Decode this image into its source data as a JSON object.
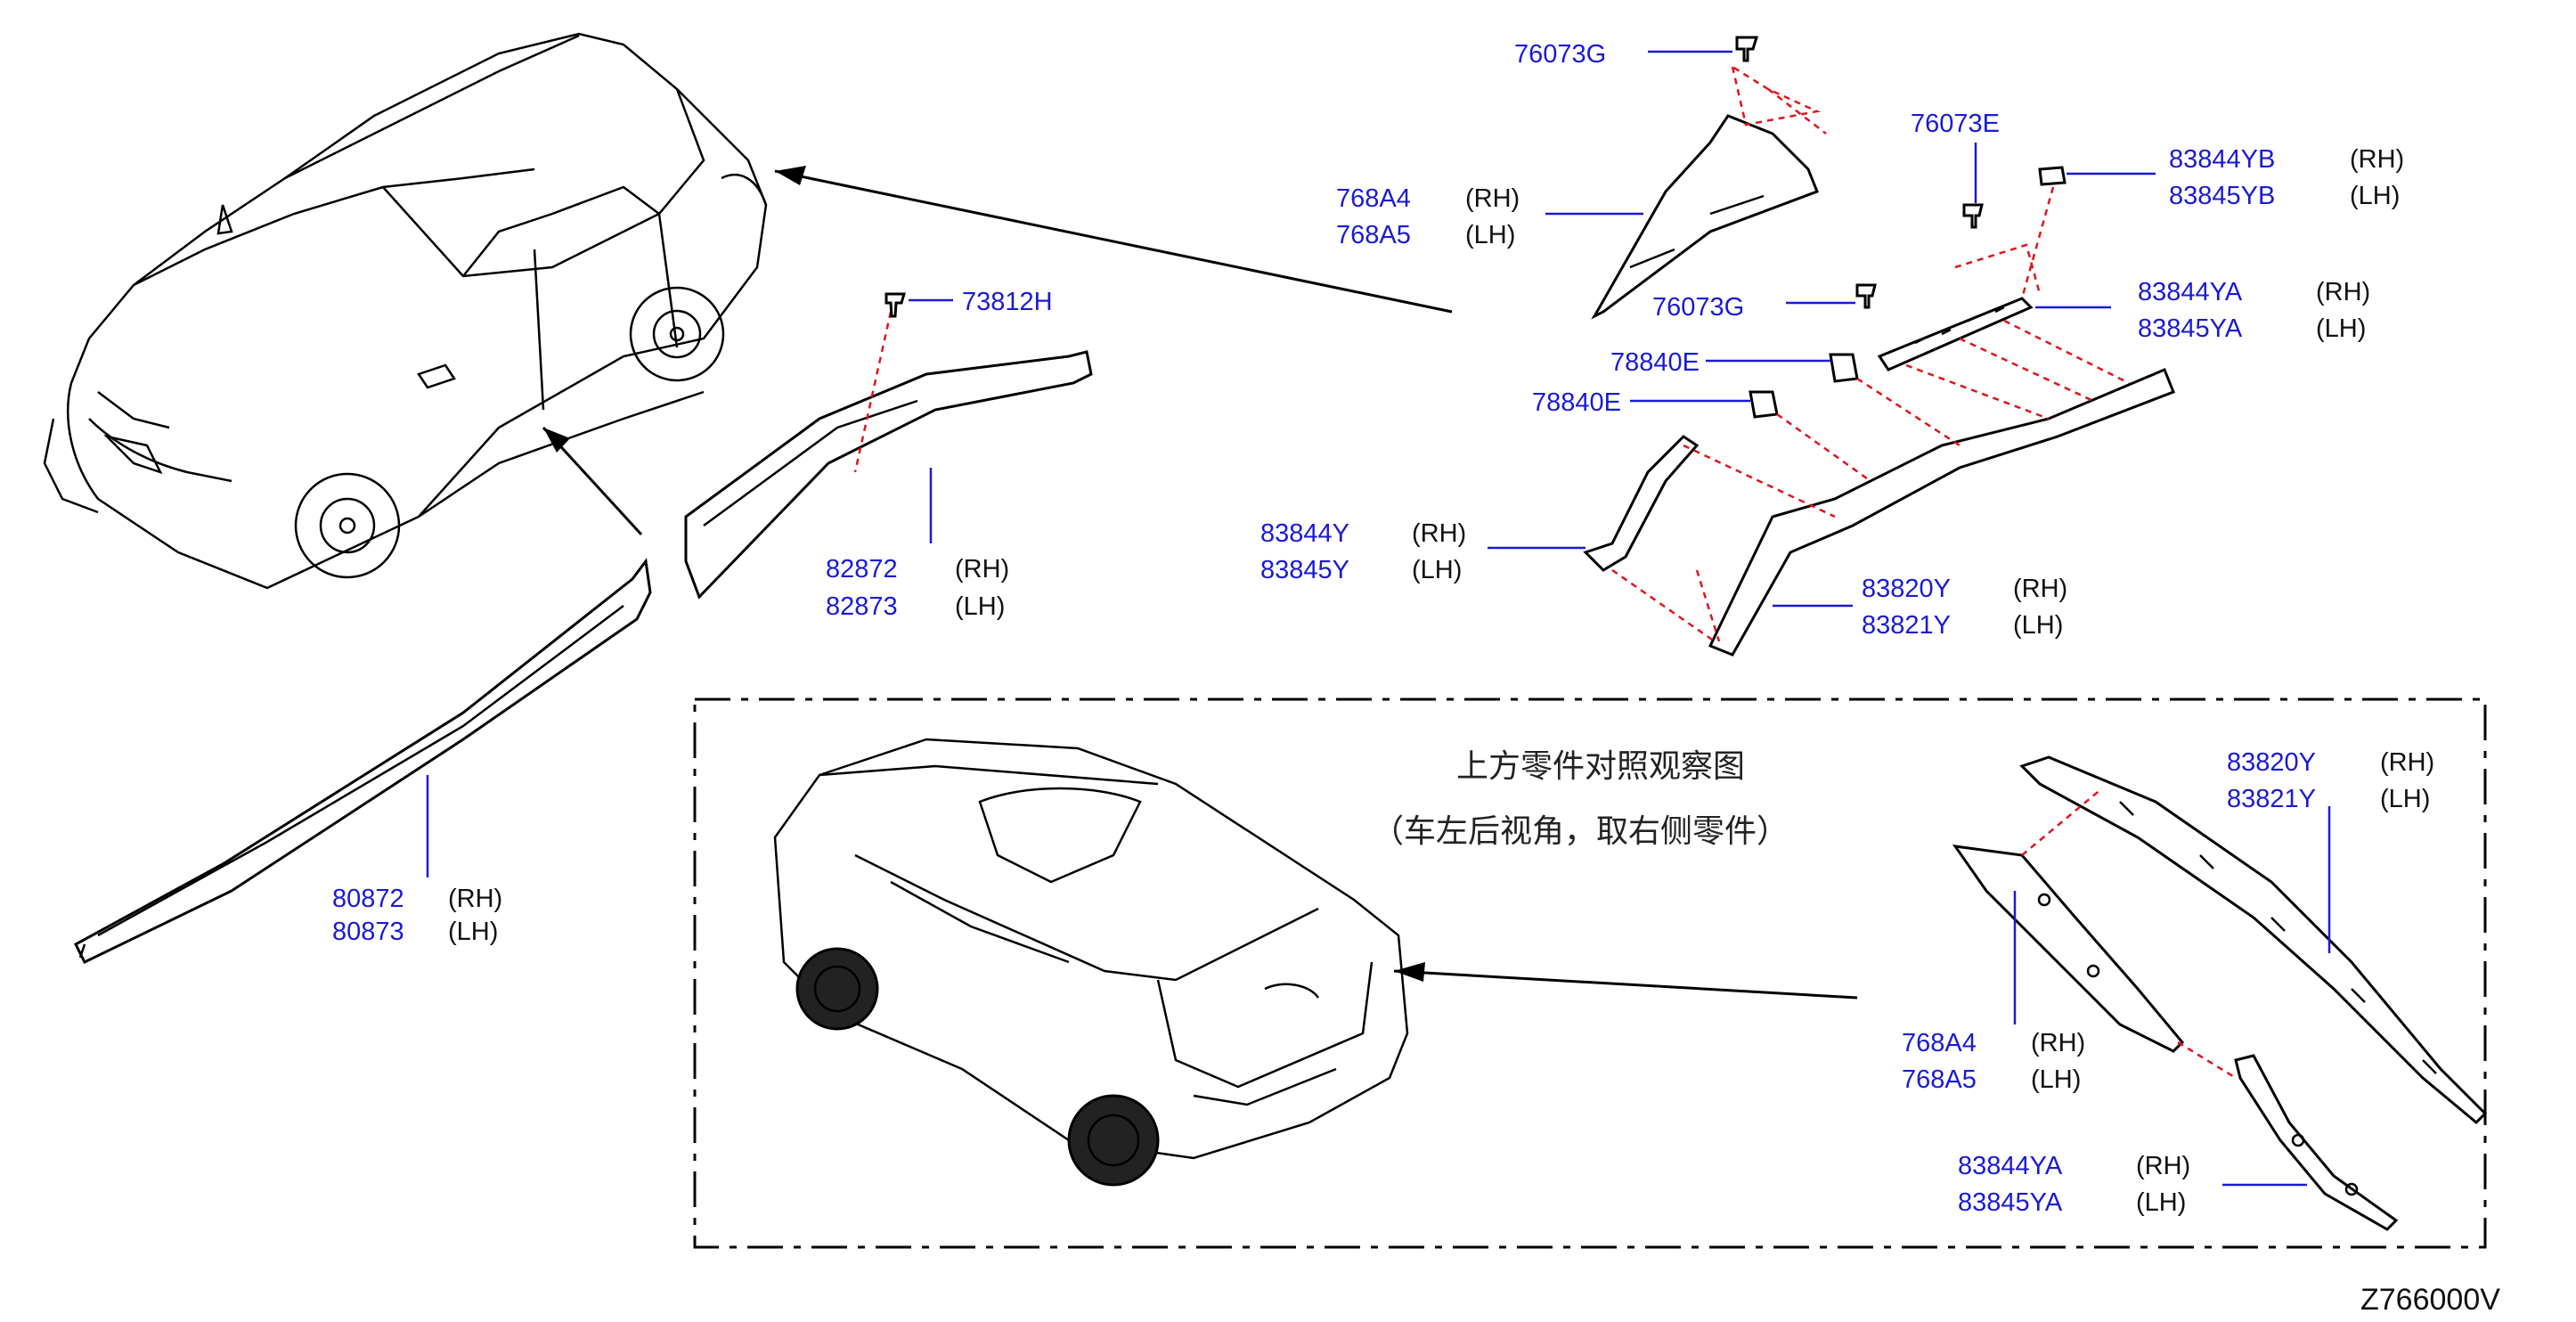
{
  "diagram_code": "Z766000V",
  "inset": {
    "title": "上方零件对照观察图",
    "subtitle": "（车左后视角，取右侧零件）"
  },
  "callouts": {
    "c73812H": {
      "pn": "73812H"
    },
    "c82872": {
      "pn1": "82872",
      "side1": "(RH)",
      "pn2": "82873",
      "side2": "(LH)"
    },
    "c80872": {
      "pn1": "80872",
      "side1": "(RH)",
      "pn2": "80873",
      "side2": "(LH)"
    },
    "c76073G_top": {
      "pn": "76073G"
    },
    "c768A4": {
      "pn1": "768A4",
      "side1": "(RH)",
      "pn2": "768A5",
      "side2": "(LH)"
    },
    "c76073E": {
      "pn": "76073E"
    },
    "c83844YB": {
      "pn1": "83844YB",
      "side1": "(RH)",
      "pn2": "83845YB",
      "side2": "(LH)"
    },
    "c76073G_mid": {
      "pn": "76073G"
    },
    "c83844YA": {
      "pn1": "83844YA",
      "side1": "(RH)",
      "pn2": "83845YA",
      "side2": "(LH)"
    },
    "c78840E_a": {
      "pn": "78840E"
    },
    "c78840E_b": {
      "pn": "78840E"
    },
    "c83844Y": {
      "pn1": "83844Y",
      "side1": "(RH)",
      "pn2": "83845Y",
      "side2": "(LH)"
    },
    "c83820Y": {
      "pn1": "83820Y",
      "side1": "(RH)",
      "pn2": "83821Y",
      "side2": "(LH)"
    },
    "i83820Y": {
      "pn1": "83820Y",
      "side1": "(RH)",
      "pn2": "83821Y",
      "side2": "(LH)"
    },
    "i768A4": {
      "pn1": "768A4",
      "side1": "(RH)",
      "pn2": "768A5",
      "side2": "(LH)"
    },
    "i83844YA": {
      "pn1": "83844YA",
      "side1": "(RH)",
      "pn2": "83845YA",
      "side2": "(LH)"
    }
  },
  "colors": {
    "part_number": "#1a1ad4",
    "leader": "#1a1ad4",
    "fastener_path": "#e0141c",
    "line_art": "#000000"
  }
}
